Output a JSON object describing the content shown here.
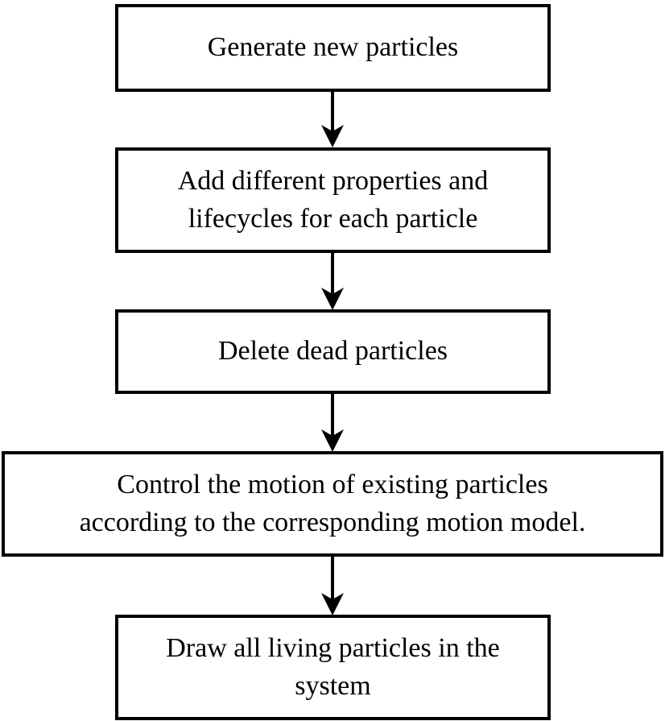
{
  "colors": {
    "background": "#ffffff",
    "box_fill": "#ffffff",
    "box_border": "#000000",
    "text": "#000000",
    "arrow": "#000000"
  },
  "steps": [
    {
      "label": "Generate new particles"
    },
    {
      "label": "Add different properties and\nlifecycles for each particle"
    },
    {
      "label": "Delete dead particles"
    },
    {
      "label": "Control the motion of existing particles\naccording to the corresponding motion model."
    },
    {
      "label": "Draw all living particles in the\nsystem"
    }
  ],
  "connections": [
    {
      "from": 0,
      "to": 1,
      "direction": "down"
    },
    {
      "from": 1,
      "to": 2,
      "direction": "down"
    },
    {
      "from": 2,
      "to": 3,
      "direction": "down"
    },
    {
      "from": 3,
      "to": 4,
      "direction": "down"
    }
  ]
}
